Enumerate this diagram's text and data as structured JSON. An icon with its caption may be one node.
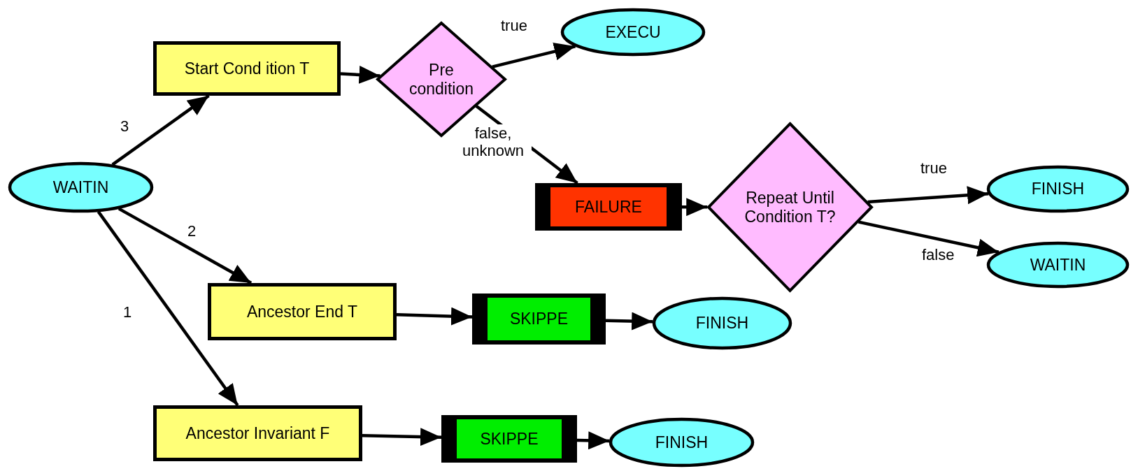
{
  "diagram": {
    "nodes": [
      {
        "text": [
          "WAITIN"
        ]
      },
      {
        "text": [
          "Start Cond ition T"
        ]
      },
      {
        "text": [
          "Pre condition"
        ]
      },
      {
        "text": [
          "EXECU"
        ]
      },
      {
        "text": [
          "FAILURE"
        ]
      },
      {
        "text": [
          "Repeat Until Condition T?"
        ]
      },
      {
        "text": [
          "FINISH"
        ]
      },
      {
        "text": [
          "WAITIN"
        ]
      },
      {
        "text": [
          "Ancestor End T"
        ]
      },
      {
        "text": [
          "SKIPPE"
        ]
      },
      {
        "text": [
          "FINISH"
        ]
      },
      {
        "text": [
          "Ancestor Invariant F"
        ]
      },
      {
        "text": [
          "SKIPPE"
        ]
      },
      {
        "text": [
          "FINISH"
        ]
      }
    ],
    "edges": [
      {
        "from": 0,
        "to": 1,
        "arrow": "to",
        "label": "3"
      },
      {
        "from": 0,
        "to": 8,
        "arrow": "to",
        "label": "2"
      },
      {
        "from": 0,
        "to": 11,
        "arrow": "to",
        "label": "1"
      },
      {
        "from": 1,
        "to": 2,
        "arrow": "to"
      },
      {
        "from": 2,
        "to": 3,
        "arrow": "to",
        "label": "true"
      },
      {
        "from": 2,
        "to": 4,
        "arrow": "to",
        "label": "false, unknown"
      },
      {
        "from": 4,
        "to": 5,
        "arrow": "to"
      },
      {
        "from": 5,
        "to": 6,
        "arrow": "to",
        "label": "true"
      },
      {
        "from": 5,
        "to": 7,
        "arrow": "to",
        "label": "false"
      },
      {
        "from": 8,
        "to": 9,
        "arrow": "to"
      },
      {
        "from": 9,
        "to": 10,
        "arrow": "to"
      },
      {
        "from": 11,
        "to": 12,
        "arrow": "to"
      },
      {
        "from": 12,
        "to": 13,
        "arrow": "to"
      }
    ]
  }
}
